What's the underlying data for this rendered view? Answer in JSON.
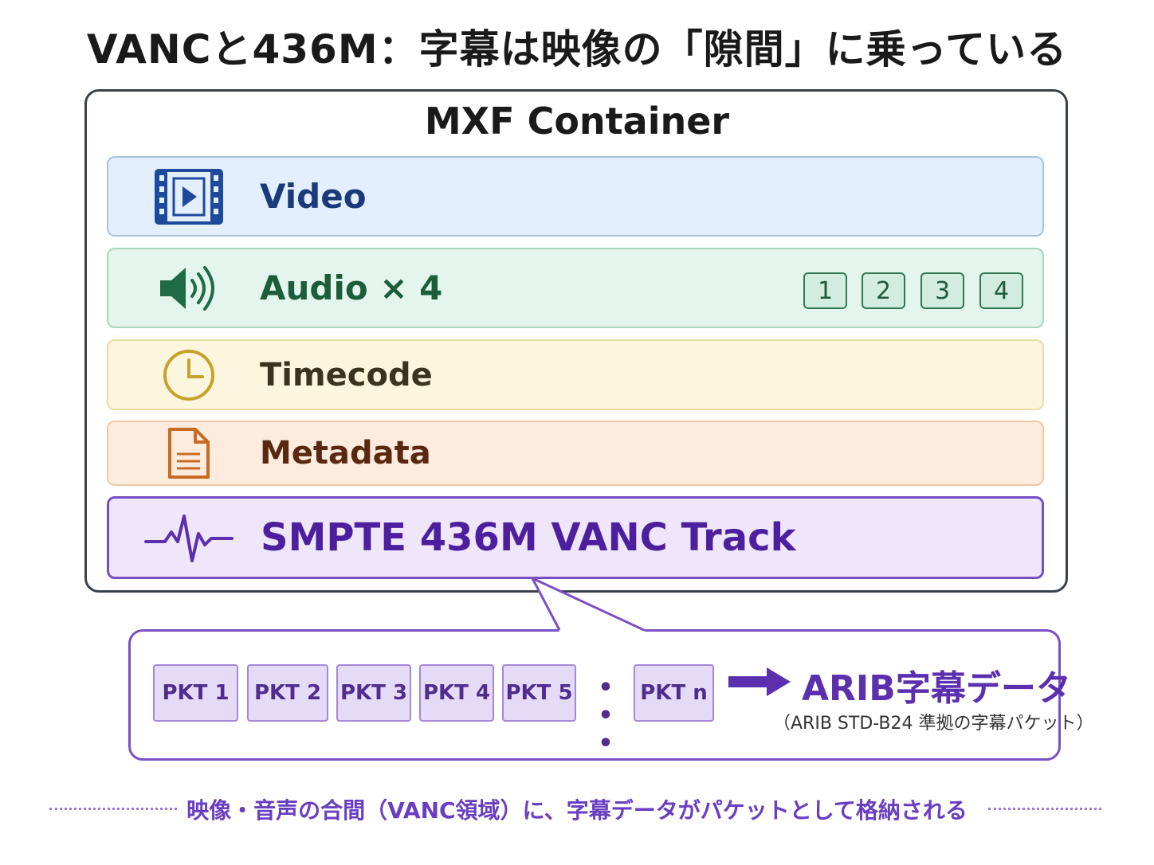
{
  "title": "VANCと436M：字幕は映像の「隙間」に乗っている",
  "container": {
    "title": "MXF Container",
    "tracks": [
      {
        "label": "Video",
        "icon": "film-play-icon"
      },
      {
        "label": "Audio × 4",
        "icon": "speaker-icon",
        "channels": [
          "1",
          "2",
          "3",
          "4"
        ]
      },
      {
        "label": "Timecode",
        "icon": "clock-icon"
      },
      {
        "label": "Metadata",
        "icon": "document-icon"
      },
      {
        "label": "SMPTE 436M VANC Track",
        "icon": "waveform-icon"
      }
    ]
  },
  "packets": {
    "items": [
      "PKT 1",
      "PKT 2",
      "PKT 3",
      "PKT 4",
      "PKT 5"
    ],
    "ellipsis": "• • •",
    "last": "PKT n"
  },
  "output": {
    "title": "ARIB字幕データ",
    "subtitle": "（ARIB STD-B24 準拠の字幕パケット）"
  },
  "caption": "映像・音声の合間（VANC領域）に、字幕データがパケットとして格納される",
  "colors": {
    "video": "#1b3a7a",
    "audio": "#1c5e3b",
    "timecode": "#c8a12a",
    "metadata": "#c96a22",
    "vanc": "#5b2fae"
  }
}
